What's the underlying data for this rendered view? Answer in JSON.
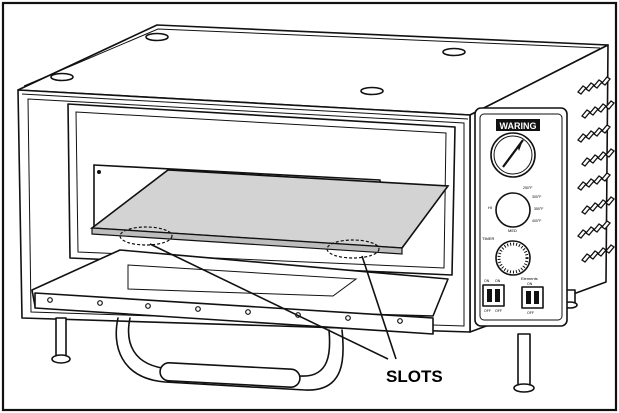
{
  "diagram": {
    "brand_badge": "WARING",
    "callout_label": "SLOTS",
    "dial_marks": {
      "temp_dial": [
        "MED",
        "HI",
        "250°F",
        "300°F",
        "350°F",
        "400°F"
      ],
      "timer_dial": [
        "TIMER"
      ]
    },
    "switches": {
      "left_switch": [
        "ON",
        "ON",
        "OFF",
        "OFF"
      ],
      "right_switch": [
        "Elements",
        "ON",
        "OFF"
      ]
    },
    "icons": [
      "thermometer-gauge-icon",
      "temperature-dial-icon",
      "timer-dial-icon",
      "rocker-switch-icon"
    ]
  }
}
